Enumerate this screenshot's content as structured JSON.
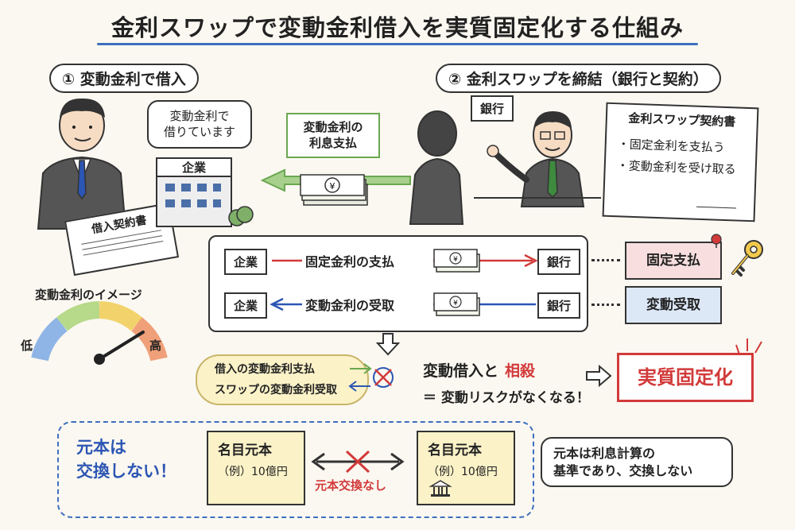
{
  "title": "金利スワップで変動金利借入を実質固定化する仕組み",
  "step1": {
    "label": "① 変動金利で借入",
    "speech": [
      "変動金利で",
      "借りています"
    ],
    "company": "企業",
    "contract": "借入契約書"
  },
  "step2": {
    "label": "② 金利スワップを締結（銀行と契約）",
    "bank_sign": "銀行",
    "payment_box": [
      "変動金利の",
      "利息支払"
    ],
    "contract_title": "金利スワップ契約書",
    "contract_items": [
      "・固定金利を支払う",
      "・変動金利を受け取る"
    ]
  },
  "flow": {
    "row1": {
      "from": "企業",
      "text": "固定金利の支払",
      "to": "銀行",
      "tag": "固定支払"
    },
    "row2": {
      "from": "企業",
      "text": "変動金利の受取",
      "to": "銀行",
      "tag": "変動受取"
    }
  },
  "gauge": {
    "title": "変動金利のイメージ",
    "low": "低",
    "high": "高"
  },
  "offset": {
    "cloud_line1": "借入の変動金利支払",
    "cloud_line2": "スワップの変動金利受取",
    "line1_a": "変動借入と",
    "line1_b": "相殺",
    "line2": "＝ 変動リスクがなくなる！",
    "result": "実質固定化"
  },
  "notional": {
    "left_label": [
      "元本は",
      "交換しない！"
    ],
    "card_title": "名目元本",
    "card_value": "（例）10億円",
    "no_exchange": "元本交換なし",
    "bubble": [
      "元本は利息計算の",
      "基準であり、交換しない"
    ]
  },
  "colors": {
    "accent_blue": "#3d6fbf",
    "red": "#d23a3a",
    "green": "#6aa84f",
    "note_pink": "#f8dede",
    "note_blue": "#dde8f7",
    "note_yellow": "#fbf2c8"
  }
}
